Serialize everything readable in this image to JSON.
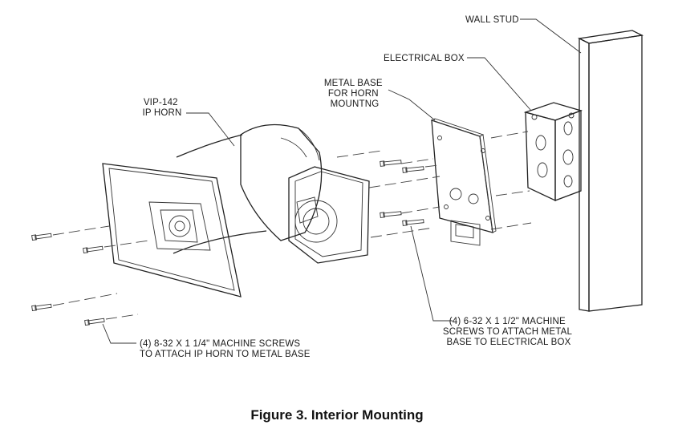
{
  "labels": {
    "wall_stud": "WALL STUD",
    "electrical_box": "ELECTRICAL BOX",
    "metal_base": [
      "METAL BASE",
      "FOR HORN",
      "MOUNTNG"
    ],
    "horn": [
      "VIP-142",
      "IP HORN"
    ],
    "screws_horn": [
      "(4) 8-32 X 1 1/4\" MACHINE SCREWS",
      "TO ATTACH IP HORN TO METAL BASE"
    ],
    "screws_base": [
      "(4) 6-32 X 1 1/2\"  MACHINE",
      "SCREWS TO ATTACH METAL",
      "BASE TO ELECTRICAL BOX"
    ]
  },
  "caption": "Figure 3. Interior Mounting"
}
